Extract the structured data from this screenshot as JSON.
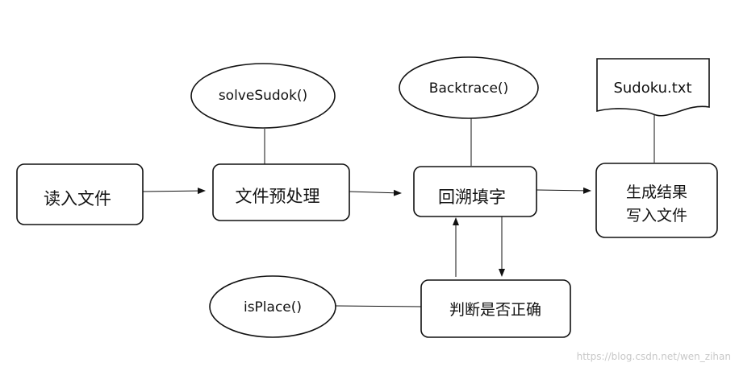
{
  "diagram": {
    "nodes": {
      "read_file": "读入文件",
      "preprocess": "文件预处理",
      "backtrack_fill": "回溯填字",
      "generate_result_line1": "生成结果",
      "generate_result_line2": "写入文件",
      "check_correct": "判断是否正确"
    },
    "annotations": {
      "solve_sudoku": "solveSudok()",
      "backtrace": "Backtrace()",
      "is_place": "isPlace()",
      "output_file": "Sudoku.txt"
    },
    "colors": {
      "stroke": "#111111",
      "fill": "#ffffff"
    }
  },
  "watermark": "https://blog.csdn.net/wen_zihan"
}
